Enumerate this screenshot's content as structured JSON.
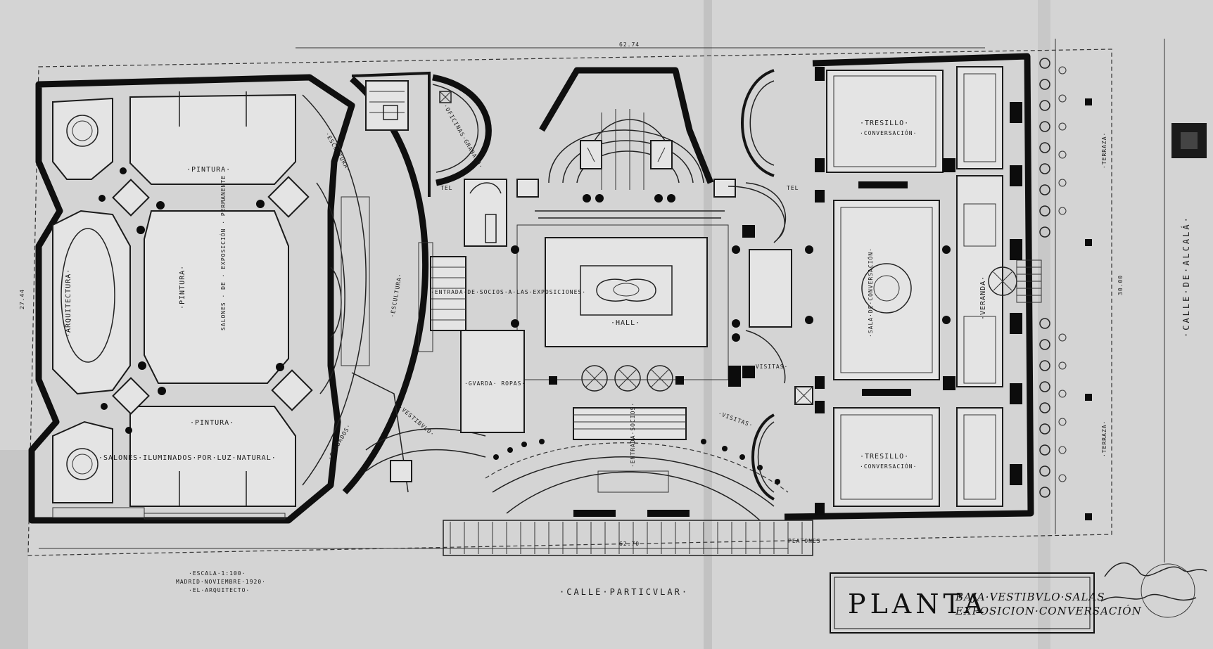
{
  "labels": {
    "pintura_top": "·PINTURA·",
    "pintura_mid": "·PINTURA·",
    "pintura_bot": "·PINTURA·",
    "arquitectura": "·ARQUITECTURA·",
    "salones_exposicion": "SALONES · DE · EXPOSICIÓN · PERMANENTE",
    "salones_iluminados": "·SALONES·ILUMINADOS·POR·LUZ·NATURAL·",
    "escultura_top": "·ESCULTURA·",
    "escultura_mid": "·ESCULTURA·",
    "grabados": "·GRABADOS·",
    "oficinas": "·OFICINAS·GRABADO·",
    "entrada_socios": "·ENTRADA·DE·SOCIOS·A·LAS·EXPOSICIONES·",
    "hall": "·HALL·",
    "guarda_ropas": "·GVARDA· ROPAS·",
    "vestibulo": "·VESTIBVLO·",
    "visitas_1": "·VISITAS·",
    "visitas_2": "·VISITAS·",
    "entrada_socios_bottom": "·ENTRADA·SOCIOS·",
    "tresillo_top": "·TRESILLO·",
    "conversacion_top": "·CONVERSACIÓN·",
    "sala_conversacion": "·SALA·DE·CONVERSACIÓN·",
    "tresillo_bot": "·TRESILLO·",
    "conversacion_bot": "·CONVERSACIÓN·",
    "veranda": "·VERANDA·",
    "terraza_1": "·TERRAZA·",
    "terraza_2": "·TERRAZA·",
    "calle_alcala": "·CALLE·DE·ALCALÁ·",
    "calle_particular": "·CALLE·PARTICVLAR·",
    "peatones": "PEATONES",
    "escala": "·ESCALA·1:100·",
    "fecha": "MADRID·NOVIEMBRE·1920·",
    "arquitecto": "·EL·ARQUITECTO·",
    "dim_top": "62.74",
    "dim_bottom": "62.70",
    "dim_left": "27.44",
    "dim_right": "30.00",
    "tel_1": "TEL",
    "tel_2": "TEL"
  },
  "title_block": {
    "main": "PLANTA",
    "line1": "BAJA·VESTIBVLO·SALAS",
    "line2": "EXPOSICION·CONVERSACIÓN"
  },
  "colors": {
    "paper": "#d6d6d6",
    "ink": "#111111"
  }
}
